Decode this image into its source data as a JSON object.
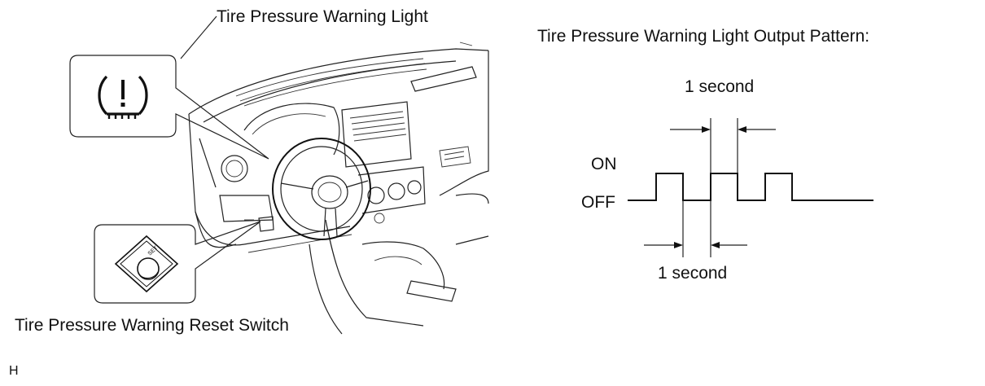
{
  "labels": {
    "warning_light": "Tire Pressure Warning Light",
    "reset_switch": "Tire Pressure Warning Reset Switch",
    "output_pattern_title": "Tire Pressure Warning Light Output Pattern:",
    "on": "ON",
    "off": "OFF",
    "duration_top": "1 second",
    "duration_bottom": "1 second",
    "switch_text": "SET",
    "footer_code": "H"
  },
  "signal": {
    "states": [
      "OFF",
      "ON",
      "OFF",
      "ON",
      "OFF",
      "ON",
      "OFF"
    ],
    "pulse_duration_s": 1,
    "gap_duration_s": 1
  },
  "icons": [
    "tire-pressure-warning-icon",
    "reset-switch-icon"
  ]
}
